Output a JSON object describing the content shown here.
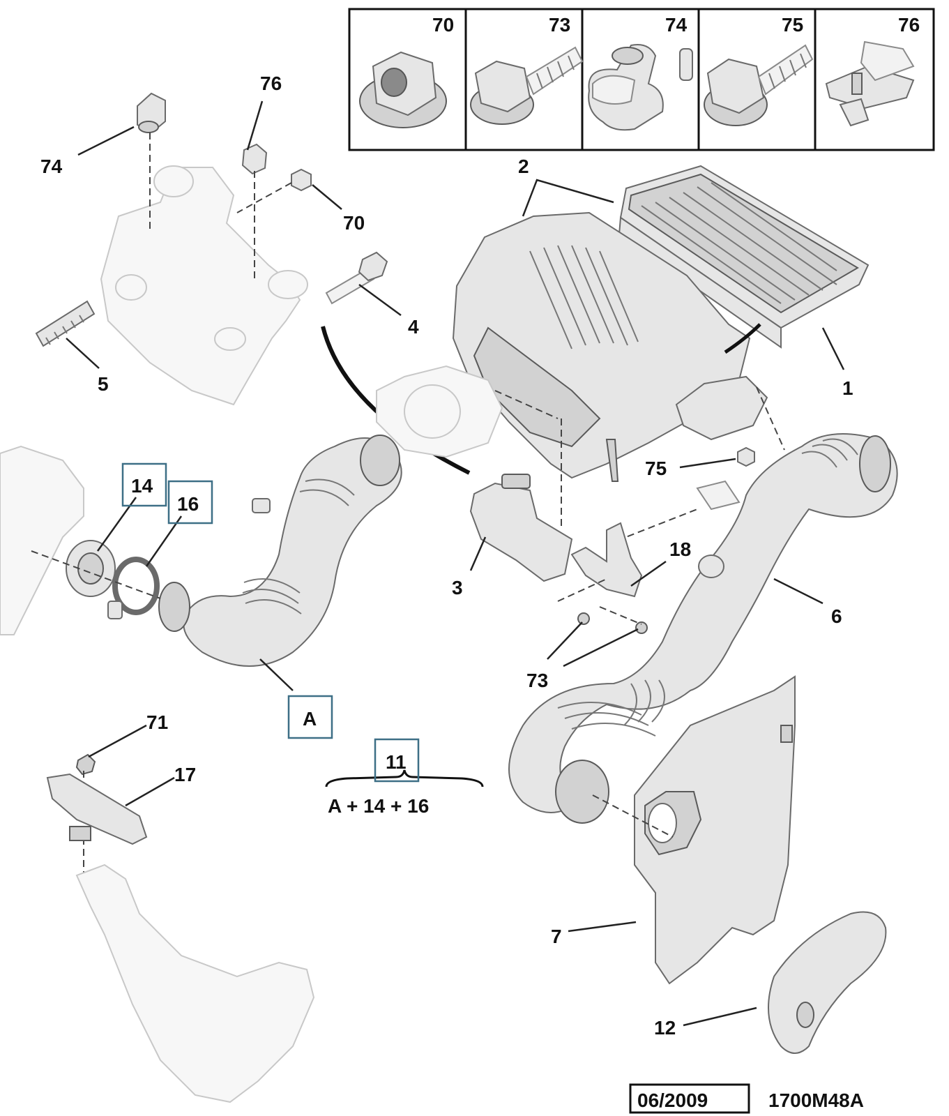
{
  "fastener_box": {
    "items": [
      {
        "num": "70",
        "icon": "flange-nut-icon"
      },
      {
        "num": "73",
        "icon": "hex-flange-screw-icon"
      },
      {
        "num": "74",
        "icon": "hose-clip-icon"
      },
      {
        "num": "75",
        "icon": "flange-bolt-icon"
      },
      {
        "num": "76",
        "icon": "spring-clip-icon"
      }
    ]
  },
  "labels": {
    "l74": "74",
    "l76": "76",
    "l70": "70",
    "l4": "4",
    "l5": "5",
    "l2": "2",
    "l1": "1",
    "l3": "3",
    "l14": "14",
    "l16": "16",
    "l75": "75",
    "l18": "18",
    "l6": "6",
    "l73": "73",
    "lA": "A",
    "l71": "71",
    "l17": "17",
    "l11": "11",
    "formula": "A + 14 + 16",
    "l7": "7",
    "l12": "12"
  },
  "footer": {
    "date": "06/2009",
    "ref": "1700M48A"
  }
}
